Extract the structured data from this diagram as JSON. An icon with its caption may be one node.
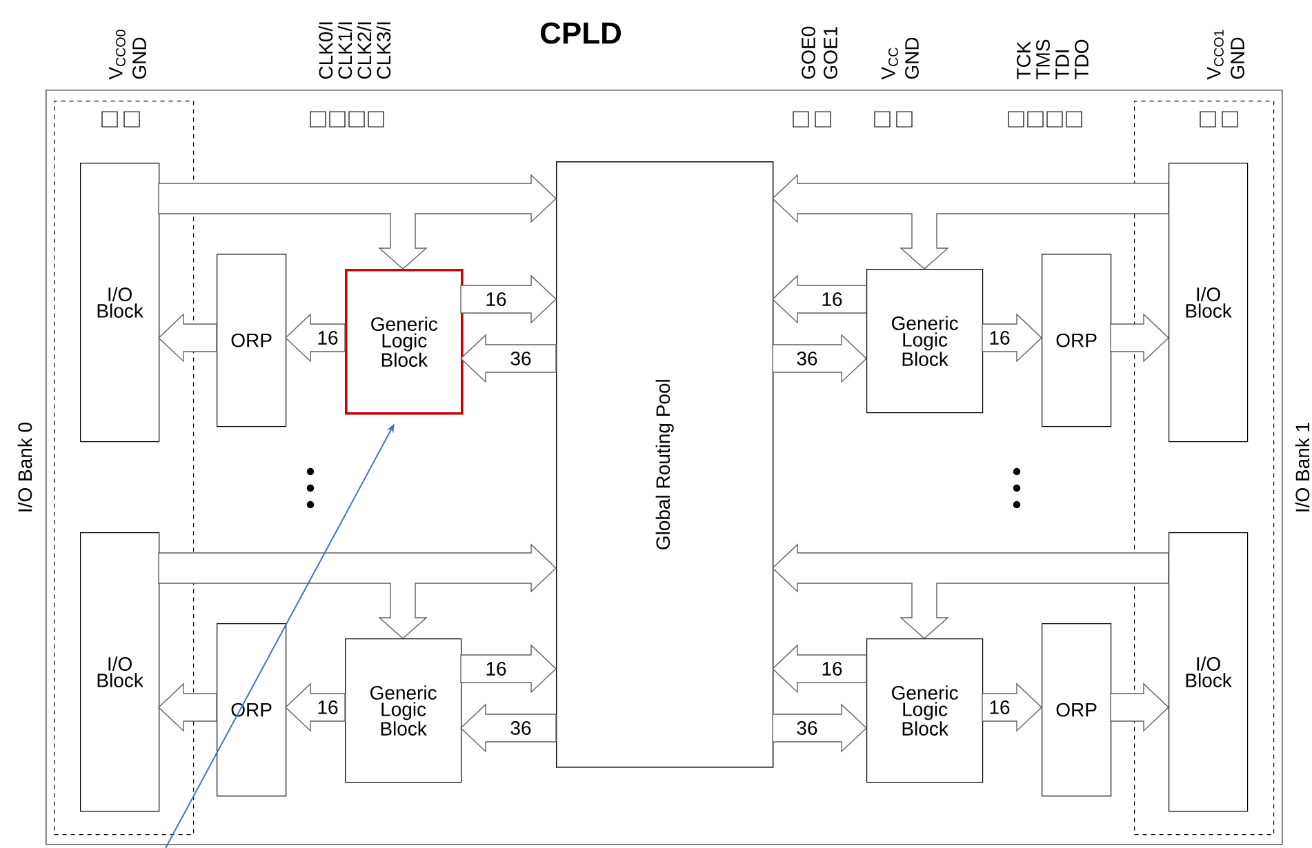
{
  "diagram": {
    "nodes": [
      {
        "text": [
          "CPLD"
        ]
      },
      {
        "text": [
          "I/O Bank 0"
        ],
        "in": 0
      },
      {
        "text": [
          "I/O Block"
        ],
        "in": 1
      },
      {
        "text": [
          "I/O Block"
        ],
        "in": 1
      },
      {
        "text": [
          "I/O Bank 1"
        ],
        "in": 0
      },
      {
        "text": [
          "I/O Block"
        ],
        "in": 4
      },
      {
        "text": [
          "I/O Block"
        ],
        "in": 4
      },
      {
        "text": [
          "Global Routing Pool"
        ],
        "in": 0
      },
      {
        "text": [
          "ORP"
        ],
        "in": 0
      },
      {
        "text": [
          "Generic Logic Block"
        ],
        "in": 0
      },
      {
        "text": [
          "ORP"
        ],
        "in": 0
      },
      {
        "text": [
          "Generic Logic Block"
        ],
        "in": 0
      },
      {
        "text": [
          "Generic Logic Block"
        ],
        "in": 0
      },
      {
        "text": [
          "ORP"
        ],
        "in": 0
      },
      {
        "text": [
          "Generic Logic Block"
        ],
        "in": 0
      },
      {
        "text": [
          "ORP"
        ],
        "in": 0
      }
    ],
    "edges": [
      {
        "from": 2,
        "to": 7,
        "arrow": "to"
      },
      {
        "from": 2,
        "to": 9,
        "arrow": "to"
      },
      {
        "from": 9,
        "to": 7,
        "arrow": "to",
        "label": "16"
      },
      {
        "from": 7,
        "to": 9,
        "arrow": "to",
        "label": "36"
      },
      {
        "from": 9,
        "to": 8,
        "arrow": "to",
        "label": "16"
      },
      {
        "from": 8,
        "to": 2,
        "arrow": "to"
      },
      {
        "from": 3,
        "to": 7,
        "arrow": "to"
      },
      {
        "from": 3,
        "to": 11,
        "arrow": "to"
      },
      {
        "from": 11,
        "to": 7,
        "arrow": "to",
        "label": "16"
      },
      {
        "from": 7,
        "to": 11,
        "arrow": "to",
        "label": "36"
      },
      {
        "from": 11,
        "to": 10,
        "arrow": "to",
        "label": "16"
      },
      {
        "from": 10,
        "to": 3,
        "arrow": "to"
      },
      {
        "from": 5,
        "to": 7,
        "arrow": "to"
      },
      {
        "from": 5,
        "to": 12,
        "arrow": "to"
      },
      {
        "from": 12,
        "to": 7,
        "arrow": "to",
        "label": "16"
      },
      {
        "from": 7,
        "to": 12,
        "arrow": "to",
        "label": "36"
      },
      {
        "from": 12,
        "to": 13,
        "arrow": "to",
        "label": "16"
      },
      {
        "from": 13,
        "to": 5,
        "arrow": "to"
      },
      {
        "from": 6,
        "to": 7,
        "arrow": "to"
      },
      {
        "from": 6,
        "to": 14,
        "arrow": "to"
      },
      {
        "from": 14,
        "to": 7,
        "arrow": "to",
        "label": "16"
      },
      {
        "from": 7,
        "to": 14,
        "arrow": "to",
        "label": "36"
      },
      {
        "from": 14,
        "to": 15,
        "arrow": "to",
        "label": "16"
      },
      {
        "from": 15,
        "to": 6,
        "arrow": "to"
      },
      {
        "from": null,
        "to": 9,
        "arrow": "to",
        "color": "#4472c4"
      }
    ],
    "labels": [
      "V$_{CCO0}$",
      "GND",
      "CLK0/I",
      "CLK1/I",
      "CLK2/I",
      "CLK3/I",
      "GOE0",
      "GOE1",
      "V$_{CC}$",
      "GND",
      "TCK",
      "TMS",
      "TDI",
      "TDO",
      "V$_{CCO1}$",
      "GND"
    ]
  }
}
